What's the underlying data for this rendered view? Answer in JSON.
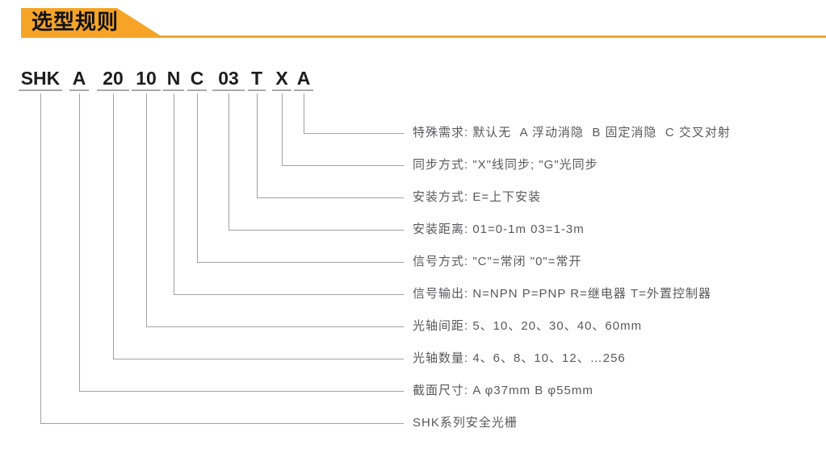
{
  "banner": {
    "title": "选型规则"
  },
  "colors": {
    "banner_orange": "#f5a428",
    "line_gray": "#a0a2a5",
    "code_text": "#1d1d1d",
    "label_text": "#58595b"
  },
  "model_code": {
    "full_code": "SHK A 20 10 N C 03 T X A",
    "segments": [
      {
        "code": "SHK",
        "label": "SHK系列安全光栅"
      },
      {
        "code": "A",
        "label": "截面尺寸: A φ37mm B φ55mm"
      },
      {
        "code": "20",
        "label": "光轴数量: 4、6、8、10、12、…256"
      },
      {
        "code": "10",
        "label": "光轴间距: 5、10、20、30、40、60mm"
      },
      {
        "code": "N",
        "label": "信号输出: N=NPN P=PNP R=继电器 T=外置控制器"
      },
      {
        "code": "C",
        "label": "信号方式: \"C\"=常闭 \"0\"=常开"
      },
      {
        "code": "03",
        "label": "安装距离: 01=0-1m 03=1-3m"
      },
      {
        "code": "T",
        "label": "安装方式: E=上下安装"
      },
      {
        "code": "X",
        "label": "同步方式: \"X\"线同步; \"G\"光同步"
      },
      {
        "code": "A",
        "label": "特殊需求: 默认无  A 浮动消隐  B 固定消隐  C 交叉对射"
      }
    ]
  }
}
